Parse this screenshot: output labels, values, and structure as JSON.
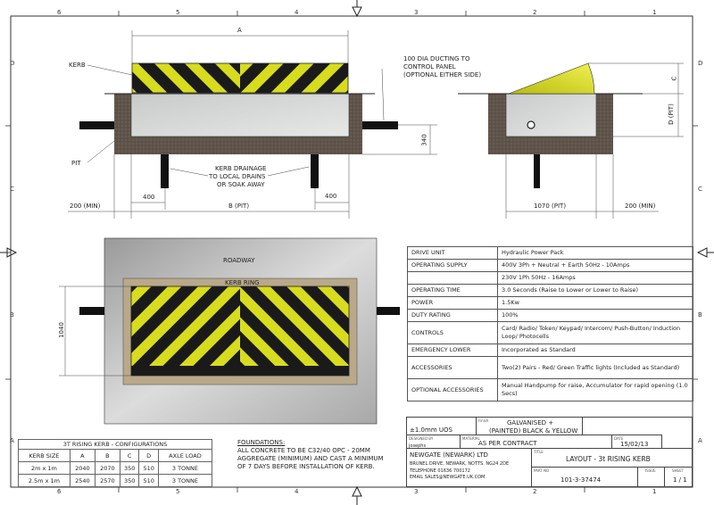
{
  "sheet": {
    "column_labels_top": [
      "6",
      "5",
      "4",
      "3",
      "2",
      "1"
    ],
    "column_labels_bottom": [
      "6",
      "5",
      "4",
      "3",
      "2",
      "1"
    ],
    "row_labels_left": [
      "D",
      "C",
      "B",
      "A"
    ],
    "row_labels_right": [
      "D",
      "C",
      "B",
      "A"
    ]
  },
  "elevation_view": {
    "dim_a": "A",
    "kerb_label": "KERB",
    "ducting_note": [
      "100 DIA DUCTING TO",
      "CONTROL PANEL",
      "(OPTIONAL EITHER SIDE)"
    ],
    "pit_label": "PIT",
    "drainage_note": [
      "KERB DRAINAGE",
      "TO LOCAL DRAINS",
      "OR SOAK AWAY"
    ],
    "dim_340": "340",
    "dim_400_left": "400",
    "dim_400_right": "400",
    "dim_200_min": "200 (MIN)",
    "dim_b_pit": "B (PIT)"
  },
  "side_view": {
    "dim_c": "C",
    "dim_d_pit": "D (PIT)",
    "dim_1070_pit": "1070 (PIT)",
    "dim_200_min": "200 (MIN)"
  },
  "plan_view": {
    "roadway_label": "ROADWAY",
    "kerb_ring_label": "KERB RING",
    "dim_1040": "1040"
  },
  "spec_table": {
    "rows": [
      {
        "key": "DRIVE UNIT",
        "value": "Hydraulic Power Pack"
      },
      {
        "key": "OPERATING SUPPLY",
        "value": "400V 3Ph + Neutral + Earth 50Hz - 10Amps"
      },
      {
        "key": "",
        "value": "230V 1Ph 50Hz - 16Amps"
      },
      {
        "key": "OPERATING TIME",
        "value": "3.0 Seconds (Raise to Lower or Lower to Raise)"
      },
      {
        "key": "POWER",
        "value": "1.5Kw"
      },
      {
        "key": "DUTY RATING",
        "value": "100%"
      },
      {
        "key": "CONTROLS",
        "value": "Card/ Radio/ Token/ Keypad/ Intercom/ Push-Button/ Induction Loop/ Photocells"
      },
      {
        "key": "EMERGENCY LOWER",
        "value": "Incorporated as Standard"
      },
      {
        "key": "ACCESSORIES",
        "value": "Two(2) Pairs - Red/ Green Traffic lights (Included as Standard)"
      },
      {
        "key": "OPTIONAL ACCESSORIES",
        "value": "Manual Handpump for raise, Accumulator for rapid opening (1.0 Secs)"
      }
    ]
  },
  "config_table": {
    "title": "3T RISING KERB - CONFIGURATIONS",
    "headers": [
      "KERB SIZE",
      "A",
      "B",
      "C",
      "D",
      "AXLE LOAD"
    ],
    "rows": [
      [
        "2m x 1m",
        "2040",
        "2070",
        "350",
        "510",
        "3 TONNE"
      ],
      [
        "2.5m x 1m",
        "2540",
        "2570",
        "350",
        "510",
        "3 TONNE"
      ]
    ]
  },
  "foundations": {
    "heading": "FOUNDATIONS:",
    "lines": [
      "ALL CONCRETE TO BE C32/40 OPC - 20MM",
      "AGGREGATE (MINIMUM) AND CAST A MINIMUM",
      "OF 7 DAYS BEFORE INSTALLATION OF KERB."
    ]
  },
  "title_block": {
    "tolerance": "±1.0mm UOS",
    "finish_label": "Finish",
    "finish_value": [
      "GALVANISED +",
      "(PAINTED) BLACK & YELLOW"
    ],
    "designed_by_label": "DESIGNED BY",
    "designed_by": "josephs",
    "material_label": "MATERIAL",
    "material": "AS PER CONTRACT",
    "date_label": "DATE",
    "date": "15/02/13",
    "company": "NEWGATE (NEWARK) LTD",
    "address": "BRUNEL DRIVE, NEWARK, NOTTS. NG24 2DE",
    "telephone": "TELEPHONE 01636 700172",
    "email": "EMAIL SALES@NEWGATE.UK.COM",
    "title_label": "TITLE",
    "title": "LAYOUT - 3t RISING KERB",
    "part_no_label": "PART No",
    "part_no": "101-3-37474",
    "issue_label": "ISSUE",
    "issue": "",
    "sheet_label": "SHEET",
    "sheet": "1 / 1"
  },
  "colors": {
    "hazard_yellow": "#d8dc1e",
    "hazard_black": "#1a1a1a",
    "concrete": "#5e544a",
    "kerb_ring": "#b9a98a",
    "roadway": "#c8c8c8"
  }
}
